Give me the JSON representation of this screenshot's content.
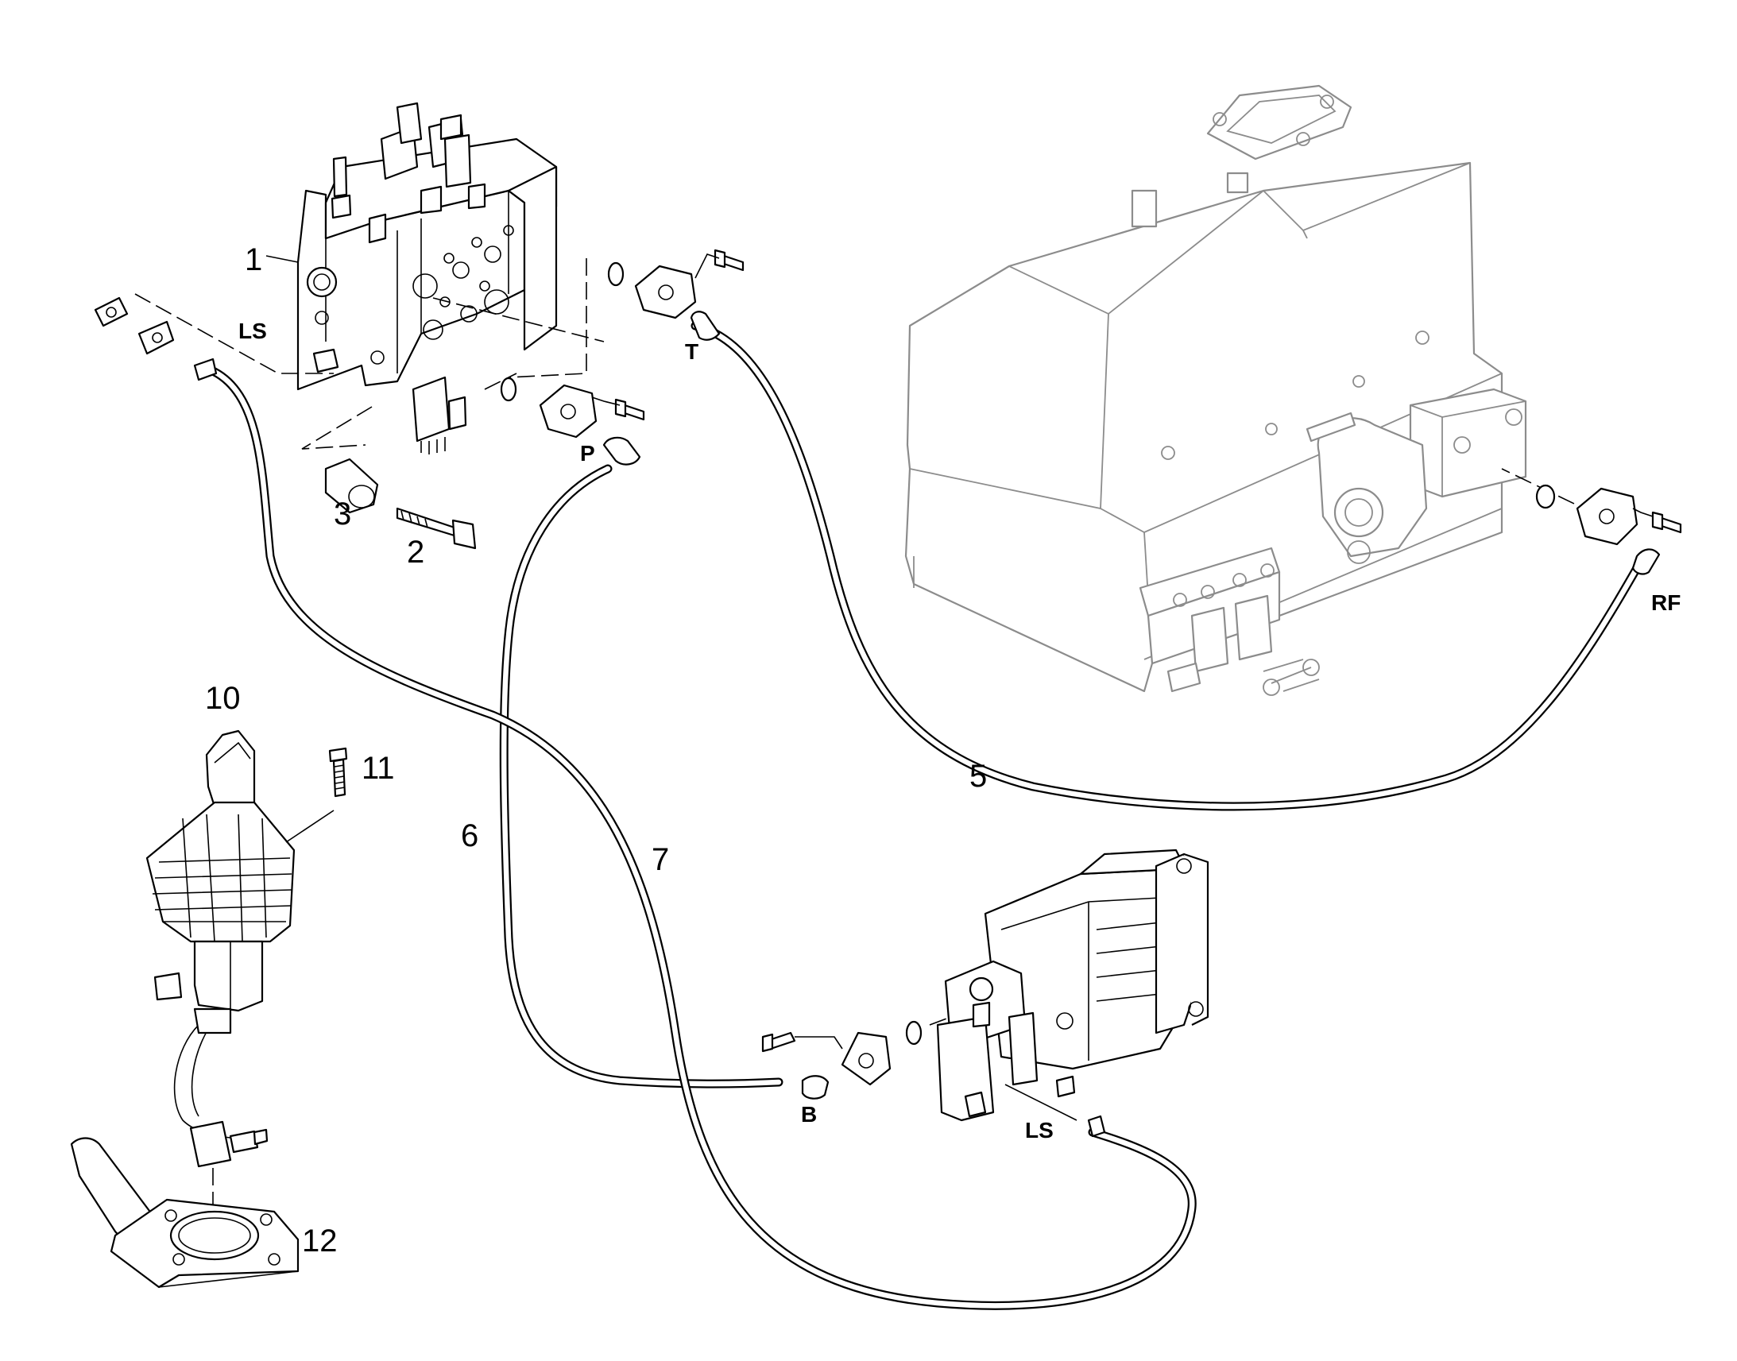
{
  "callouts": {
    "c1": "1",
    "c2": "2",
    "c3": "3",
    "c5": "5",
    "c6": "6",
    "c7": "7",
    "c10": "10",
    "c11": "11",
    "c12": "12"
  },
  "ports": {
    "ls_valve": "LS",
    "t": "T",
    "p": "P",
    "rf": "RF",
    "b": "B",
    "ls_pump": "LS"
  }
}
